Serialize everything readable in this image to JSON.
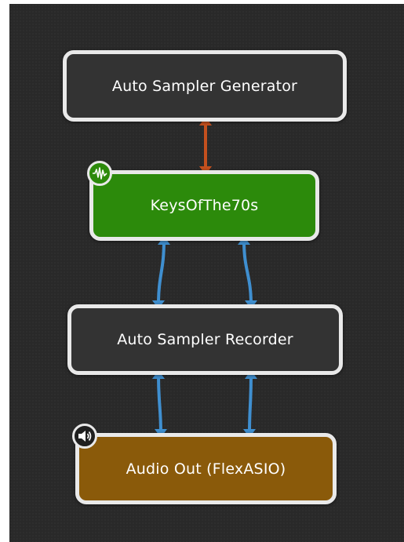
{
  "nodes": {
    "generator": {
      "label": "Auto Sampler Generator"
    },
    "instrument": {
      "label": "KeysOfThe70s",
      "icon": "waveform-icon"
    },
    "recorder": {
      "label": "Auto Sampler Recorder"
    },
    "output": {
      "label": "Audio Out (FlexASIO)",
      "icon": "speaker-icon"
    }
  },
  "connections": [
    {
      "from": "Auto Sampler Generator",
      "to": "KeysOfThe70s",
      "type": "midi"
    },
    {
      "from": "KeysOfThe70s",
      "to": "Auto Sampler Recorder",
      "type": "audio-left"
    },
    {
      "from": "KeysOfThe70s",
      "to": "Auto Sampler Recorder",
      "type": "audio-right"
    },
    {
      "from": "Auto Sampler Recorder",
      "to": "Audio Out (FlexASIO)",
      "type": "audio-left"
    },
    {
      "from": "Auto Sampler Recorder",
      "to": "Audio Out (FlexASIO)",
      "type": "audio-right"
    }
  ],
  "colors": {
    "canvas": "#292929",
    "node_default": "#333333",
    "instrument_node": "#2c8a0b",
    "output_node": "#8a5a0a",
    "node_border": "#e9e9e9",
    "midi_wire": "#c4501e",
    "audio_wire": "#3f8fd0"
  }
}
